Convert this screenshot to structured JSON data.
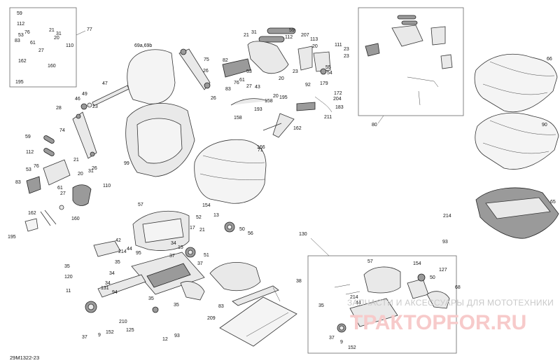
{
  "diagram_code": "29M1322-23",
  "watermark": {
    "line1": "ЗАПЧАСТИ И АКСЕССУАРЫ ДЛЯ МОТОТЕХНИКИ",
    "line2": "ТРАКТОРFOR.RU"
  },
  "callouts": {
    "c1": "59",
    "c2": "112",
    "c3": "76",
    "c4": "21",
    "c5": "53",
    "c6": "31",
    "c7": "20",
    "c8": "83",
    "c9": "61",
    "c10": "27",
    "c11": "110",
    "c12": "77",
    "c13": "162",
    "c14": "160",
    "c15": "195",
    "c16": "69a,69b",
    "c17": "75",
    "c18": "26",
    "c19": "26",
    "c20": "47",
    "c21": "49",
    "c22": "46",
    "c23": "28",
    "c24": "74",
    "c25": "23",
    "c26": "21",
    "c27": "31",
    "c28": "59",
    "c29": "112",
    "c30": "207",
    "c31": "113",
    "c32": "111",
    "c33": "20",
    "c34": "23",
    "c35": "23",
    "c36": "82",
    "c37": "53",
    "c38": "61",
    "c39": "76",
    "c40": "27",
    "c41": "83",
    "c42": "20",
    "c43": "23",
    "c44": "20",
    "c45": "55",
    "c46": "54",
    "c47": "43",
    "c48": "158",
    "c49": "193",
    "c50": "195",
    "c51": "92",
    "c52": "179",
    "c53": "172",
    "c54": "204",
    "c55": "183",
    "c56": "211",
    "c57": "158",
    "c58": "162",
    "c59": "166",
    "c60": "80",
    "c61": "66",
    "c62": "90",
    "c63": "214",
    "c64": "65",
    "c65": "93",
    "c66": "99",
    "c67": "71",
    "c68": "59",
    "c69": "112",
    "c70": "21",
    "c71": "26",
    "c72": "76",
    "c73": "20",
    "c74": "53",
    "c75": "31",
    "c76": "83",
    "c77": "61",
    "c78": "27",
    "c79": "110",
    "c80": "160",
    "c81": "162",
    "c82": "195",
    "c83": "57",
    "c84": "154",
    "c85": "13",
    "c86": "52",
    "c87": "50",
    "c88": "56",
    "c89": "17",
    "c90": "21",
    "c91": "42",
    "c92": "214",
    "c93": "44",
    "c94": "95",
    "c95": "34",
    "c96": "15",
    "c97": "37",
    "c98": "51",
    "c99": "37",
    "c100": "35",
    "c101": "120",
    "c102": "35",
    "c103": "34",
    "c104": "11",
    "c105": "34",
    "c106": "131",
    "c107": "94",
    "c108": "210",
    "c109": "125",
    "c110": "37",
    "c111": "9",
    "c112": "152",
    "c113": "12",
    "c114": "93",
    "c115": "35",
    "c116": "209",
    "c117": "83",
    "c118": "35",
    "c119": "38",
    "c120": "130",
    "c121": "57",
    "c122": "154",
    "c123": "127",
    "c124": "50",
    "c125": "68",
    "c126": "35",
    "c127": "214",
    "c128": "44",
    "c129": "37",
    "c130": "9",
    "c131": "152"
  }
}
